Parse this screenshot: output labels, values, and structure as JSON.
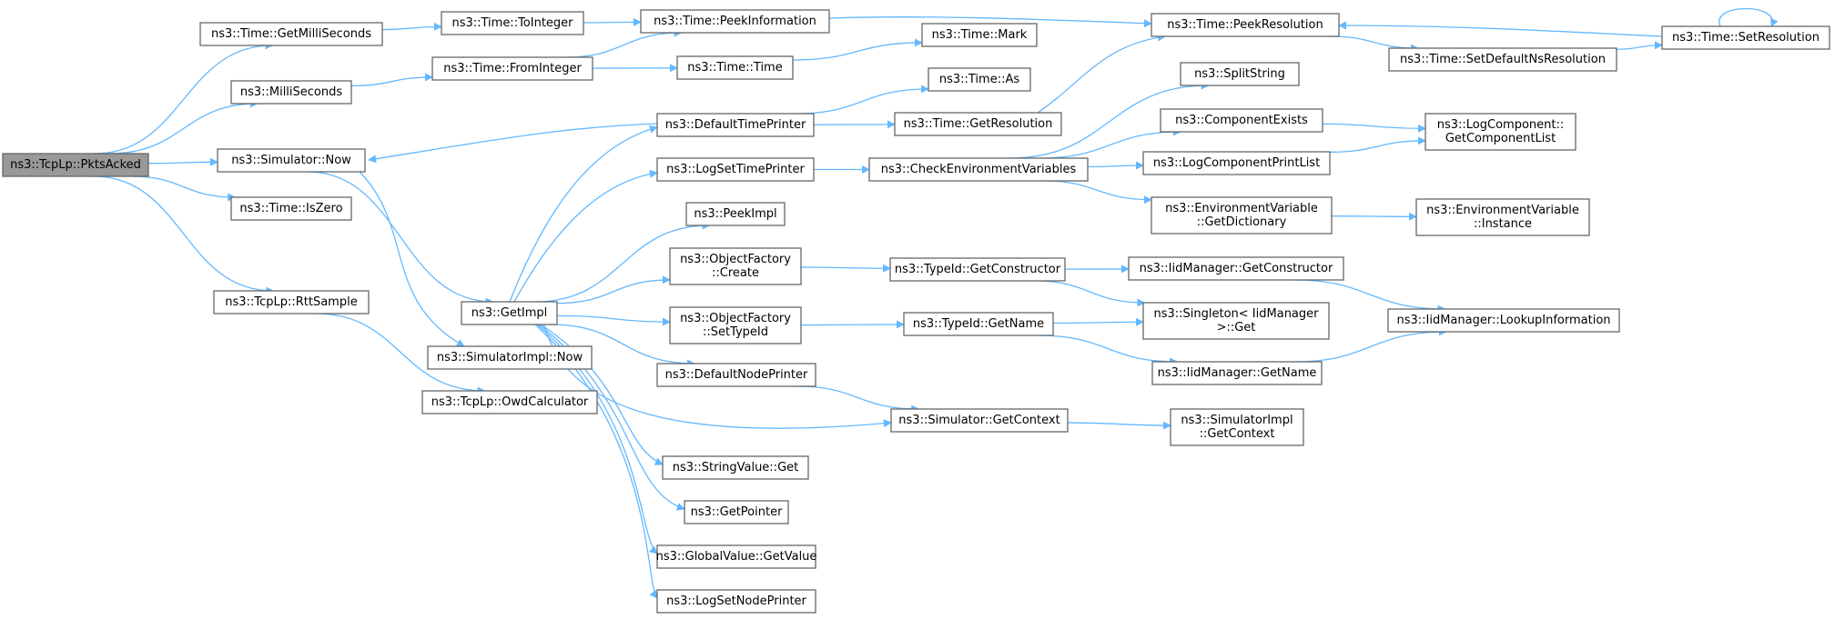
{
  "colors": {
    "edge": "#63b8ff",
    "node_border": "#666666",
    "root_fill": "#999999",
    "node_fill": "#ffffff"
  },
  "nodes": [
    {
      "id": "pktsacked",
      "lines": [
        "ns3::TcpLp::PktsAcked"
      ],
      "root": true
    },
    {
      "id": "getmilliseconds",
      "lines": [
        "ns3::Time::GetMilliSeconds"
      ]
    },
    {
      "id": "milliseconds",
      "lines": [
        "ns3::MilliSeconds"
      ]
    },
    {
      "id": "simulator-now",
      "lines": [
        "ns3::Simulator::Now"
      ]
    },
    {
      "id": "time-iszero",
      "lines": [
        "ns3::Time::IsZero"
      ]
    },
    {
      "id": "rttsample",
      "lines": [
        "ns3::TcpLp::RttSample"
      ]
    },
    {
      "id": "tointeger",
      "lines": [
        "ns3::Time::ToInteger"
      ]
    },
    {
      "id": "frominteger",
      "lines": [
        "ns3::Time::FromInteger"
      ]
    },
    {
      "id": "getimpl",
      "lines": [
        "ns3::GetImpl"
      ]
    },
    {
      "id": "simulatorimpl-now",
      "lines": [
        "ns3::SimulatorImpl::Now"
      ]
    },
    {
      "id": "owdcalculator",
      "lines": [
        "ns3::TcpLp::OwdCalculator"
      ]
    },
    {
      "id": "peekinformation",
      "lines": [
        "ns3::Time::PeekInformation"
      ]
    },
    {
      "id": "time-time",
      "lines": [
        "ns3::Time::Time"
      ]
    },
    {
      "id": "defaulttimeprinter",
      "lines": [
        "ns3::DefaultTimePrinter"
      ]
    },
    {
      "id": "logsettimeprinter",
      "lines": [
        "ns3::LogSetTimePrinter"
      ]
    },
    {
      "id": "peekimpl",
      "lines": [
        "ns3::PeekImpl"
      ]
    },
    {
      "id": "objectfactory-create",
      "lines": [
        "ns3::ObjectFactory",
        "::Create"
      ]
    },
    {
      "id": "objectfactory-settypeid",
      "lines": [
        "ns3::ObjectFactory",
        "::SetTypeId"
      ]
    },
    {
      "id": "defaultnodeprinter",
      "lines": [
        "ns3::DefaultNodePrinter"
      ]
    },
    {
      "id": "stringvalue-get",
      "lines": [
        "ns3::StringValue::Get"
      ]
    },
    {
      "id": "getpointer",
      "lines": [
        "ns3::GetPointer"
      ]
    },
    {
      "id": "globalvalue-getvalue",
      "lines": [
        "ns3::GlobalValue::GetValue"
      ]
    },
    {
      "id": "logsetnodeprinter",
      "lines": [
        "ns3::LogSetNodePrinter"
      ]
    },
    {
      "id": "time-mark",
      "lines": [
        "ns3::Time::Mark"
      ]
    },
    {
      "id": "time-as",
      "lines": [
        "ns3::Time::As"
      ]
    },
    {
      "id": "time-getresolution",
      "lines": [
        "ns3::Time::GetResolution"
      ]
    },
    {
      "id": "checkenvvars",
      "lines": [
        "ns3::CheckEnvironmentVariables"
      ]
    },
    {
      "id": "typeid-getconstructor",
      "lines": [
        "ns3::TypeId::GetConstructor"
      ]
    },
    {
      "id": "typeid-getname",
      "lines": [
        "ns3::TypeId::GetName"
      ]
    },
    {
      "id": "simulator-getcontext",
      "lines": [
        "ns3::Simulator::GetContext"
      ]
    },
    {
      "id": "peekresolution",
      "lines": [
        "ns3::Time::PeekResolution"
      ]
    },
    {
      "id": "splitstring",
      "lines": [
        "ns3::SplitString"
      ]
    },
    {
      "id": "componentexists",
      "lines": [
        "ns3::ComponentExists"
      ]
    },
    {
      "id": "logcomponentprintlist",
      "lines": [
        "ns3::LogComponentPrintList"
      ]
    },
    {
      "id": "envvar-getdictionary",
      "lines": [
        "ns3::EnvironmentVariable",
        "::GetDictionary"
      ]
    },
    {
      "id": "iidmanager-getconstructor",
      "lines": [
        "ns3::IidManager::GetConstructor"
      ]
    },
    {
      "id": "singleton-get",
      "lines": [
        "ns3::Singleton< IidManager",
        " >::Get"
      ]
    },
    {
      "id": "iidmanager-getname",
      "lines": [
        "ns3::IidManager::GetName"
      ]
    },
    {
      "id": "simulatorimpl-getcontext",
      "lines": [
        "ns3::SimulatorImpl",
        "::GetContext"
      ]
    },
    {
      "id": "setdefaultnsresolution",
      "lines": [
        "ns3::Time::SetDefaultNsResolution"
      ]
    },
    {
      "id": "setresolution",
      "lines": [
        "ns3::Time::SetResolution"
      ]
    },
    {
      "id": "logcomponent-getcomponentlist",
      "lines": [
        "ns3::LogComponent::",
        "GetComponentList"
      ]
    },
    {
      "id": "envvar-instance",
      "lines": [
        "ns3::EnvironmentVariable",
        "::Instance"
      ]
    },
    {
      "id": "iidmanager-lookupinformation",
      "lines": [
        "ns3::IidManager::LookupInformation"
      ]
    }
  ],
  "edges": [
    [
      "pktsacked",
      "getmilliseconds"
    ],
    [
      "pktsacked",
      "milliseconds"
    ],
    [
      "pktsacked",
      "simulator-now"
    ],
    [
      "pktsacked",
      "time-iszero"
    ],
    [
      "pktsacked",
      "rttsample"
    ],
    [
      "getmilliseconds",
      "tointeger"
    ],
    [
      "tointeger",
      "peekinformation"
    ],
    [
      "peekinformation",
      "peekresolution"
    ],
    [
      "milliseconds",
      "frominteger"
    ],
    [
      "frominteger",
      "peekinformation"
    ],
    [
      "frominteger",
      "time-time"
    ],
    [
      "time-time",
      "time-mark"
    ],
    [
      "simulator-now",
      "getimpl"
    ],
    [
      "simulator-now",
      "simulatorimpl-now"
    ],
    [
      "rttsample",
      "owdcalculator"
    ],
    [
      "getimpl",
      "defaulttimeprinter"
    ],
    [
      "getimpl",
      "logsettimeprinter"
    ],
    [
      "getimpl",
      "peekimpl"
    ],
    [
      "getimpl",
      "objectfactory-create"
    ],
    [
      "getimpl",
      "objectfactory-settypeid"
    ],
    [
      "getimpl",
      "defaultnodeprinter"
    ],
    [
      "getimpl",
      "simulator-getcontext"
    ],
    [
      "getimpl",
      "stringvalue-get"
    ],
    [
      "getimpl",
      "getpointer"
    ],
    [
      "getimpl",
      "globalvalue-getvalue"
    ],
    [
      "getimpl",
      "logsetnodeprinter"
    ],
    [
      "defaulttimeprinter",
      "simulator-now"
    ],
    [
      "defaulttimeprinter",
      "time-as"
    ],
    [
      "defaulttimeprinter",
      "time-getresolution"
    ],
    [
      "time-getresolution",
      "peekresolution"
    ],
    [
      "logsettimeprinter",
      "checkenvvars"
    ],
    [
      "checkenvvars",
      "splitstring"
    ],
    [
      "checkenvvars",
      "componentexists"
    ],
    [
      "checkenvvars",
      "logcomponentprintlist"
    ],
    [
      "checkenvvars",
      "envvar-getdictionary"
    ],
    [
      "componentexists",
      "logcomponent-getcomponentlist"
    ],
    [
      "logcomponentprintlist",
      "logcomponent-getcomponentlist"
    ],
    [
      "envvar-getdictionary",
      "envvar-instance"
    ],
    [
      "objectfactory-create",
      "typeid-getconstructor"
    ],
    [
      "typeid-getconstructor",
      "iidmanager-getconstructor"
    ],
    [
      "typeid-getconstructor",
      "singleton-get"
    ],
    [
      "iidmanager-getconstructor",
      "iidmanager-lookupinformation"
    ],
    [
      "objectfactory-settypeid",
      "typeid-getname"
    ],
    [
      "typeid-getname",
      "singleton-get"
    ],
    [
      "typeid-getname",
      "iidmanager-getname"
    ],
    [
      "iidmanager-getname",
      "iidmanager-lookupinformation"
    ],
    [
      "defaultnodeprinter",
      "simulator-getcontext"
    ],
    [
      "simulator-getcontext",
      "simulatorimpl-getcontext"
    ],
    [
      "peekresolution",
      "setdefaultnsresolution"
    ],
    [
      "setdefaultnsresolution",
      "setresolution"
    ],
    [
      "setresolution",
      "peekresolution"
    ],
    [
      "setresolution",
      "setresolution"
    ]
  ]
}
